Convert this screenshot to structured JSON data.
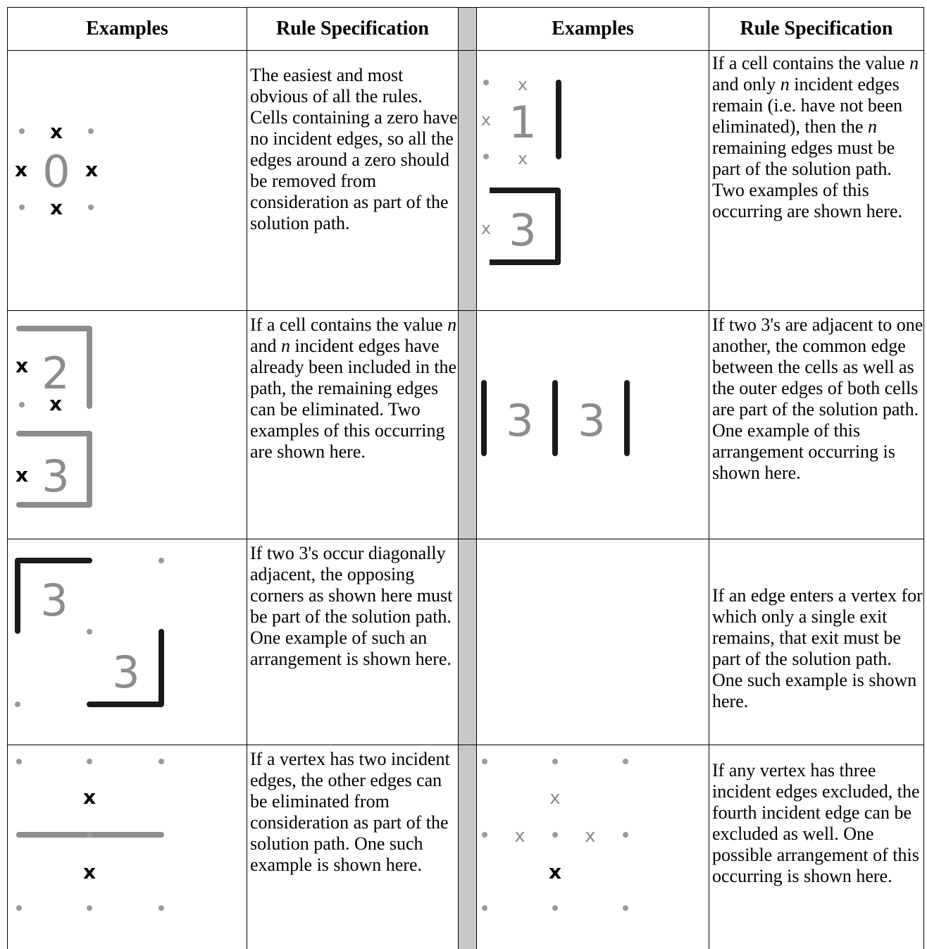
{
  "headers": [
    "Examples",
    "Rule Specification",
    "Examples",
    "Rule Specification"
  ],
  "rules": [
    {
      "id": "zero",
      "text": "The easiest and most obvious of all the rules. Cells containing a zero have no incident edges, so all the edges around a zero should be removed from consideration as part of the solution path.",
      "digits": [
        "0"
      ]
    },
    {
      "id": "only-n-remain",
      "text_parts": [
        "If a cell contains the value ",
        "n",
        " and only ",
        "n",
        " incident edges remain (i.e. have not been eliminated), then the ",
        "n",
        " remaining edges must be part of the solution path. Two examples of this occurring are shown here."
      ],
      "digits": [
        "1",
        "3"
      ]
    },
    {
      "id": "n-included",
      "text_parts": [
        "If a cell contains the value ",
        "n",
        " and ",
        "n",
        " incident edges have already been included in the path, the remaining edges can be eliminated. Two examples of this occurring are shown here."
      ],
      "digits": [
        "2",
        "3"
      ]
    },
    {
      "id": "adjacent-threes",
      "text": "If two 3's are adjacent to one another, the common edge between the cells as well as the outer edges of both cells are part of the solution path. One example of this arrangement occurring is shown here.",
      "digits": [
        "3",
        "3"
      ]
    },
    {
      "id": "diagonal-threes",
      "text": "If two 3's occur diagonally adjacent, the opposing corners as shown here must be part of the solution path. One example of such an arrangement is shown here.",
      "digits": [
        "3",
        "3"
      ]
    },
    {
      "id": "single-exit",
      "text": "If an edge enters a vertex for which only a single exit remains, that exit must be part of the solution path. One such example is shown here."
    },
    {
      "id": "two-incident",
      "text": "If a vertex has two incident edges, the other edges can be eliminated from consideration as part of the solution path. One such example is shown here."
    },
    {
      "id": "three-excluded",
      "text": "If any vertex has three incident edges excluded, the fourth incident edge can be excluded as well. One possible arrangement of this occurring is shown here."
    }
  ],
  "marks": {
    "cross": "x"
  },
  "colors": {
    "path": "#1a1a1a",
    "prior": "#8c8c8c",
    "dot": "#9a9a9a",
    "gutter": "#c8c8c8"
  }
}
